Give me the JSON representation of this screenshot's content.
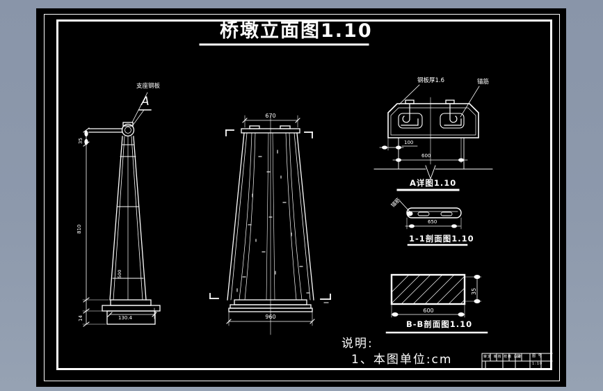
{
  "colors": {
    "bg": "#8d99ac",
    "sheet": "#000000",
    "ink": "#ffffff"
  },
  "title": "桥墩立面图1.10",
  "left_view": {
    "bearing_label": "支座钢板",
    "detail_mark": "A",
    "dim_top": "35",
    "dim_shaft": "810",
    "dim_base": "14",
    "dim_width": "130.4",
    "bar_note": "500"
  },
  "front_view": {
    "dim_top": "670",
    "dim_bottom": "960"
  },
  "detail_a": {
    "label_thickness": "钢板厚1.6",
    "label_anchor": "锚筋",
    "dim_small": "100",
    "dim_large": "600",
    "caption": "A详图1.10"
  },
  "section_1_1": {
    "label_anchor": "锚筋",
    "dim": "650",
    "caption": "1-1剖面图1.10"
  },
  "section_b_b": {
    "dim_width": "600",
    "dim_height": "35",
    "caption": "B-B剖面图1.10"
  },
  "notes": {
    "heading": "说明:",
    "item1": "1、本图单位:cm"
  },
  "title_block": {
    "row_labels": "审定 审核 校核 设计",
    "mark": "⊠",
    "right_top": "图 号",
    "right_bottom": "1:10"
  }
}
